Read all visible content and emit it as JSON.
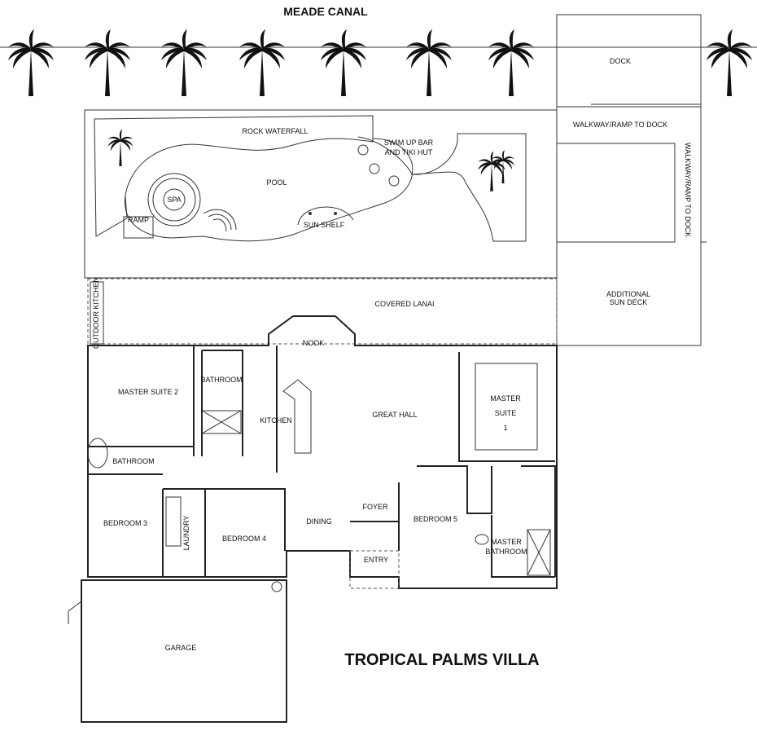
{
  "title": "TROPICAL PALMS VILLA",
  "canal": "MEADE CANAL",
  "labels": {
    "dock": "DOCK",
    "walkway_ramp_dock_h": "WALKWAY/RAMP TO DOCK",
    "walkway_ramp_dock_v": "WALKWAY/RAMP TO DOCK",
    "additional_sun_deck_1": "ADDITIONAL",
    "additional_sun_deck_2": "SUN DECK",
    "rock_waterfall": "ROCK WATERFALL",
    "swim_up_bar_1": "SWIM UP BAR",
    "swim_up_bar_2": "AND TIKI HUT",
    "pool": "POOL",
    "spa": "SPA",
    "ramp": "RAMP",
    "sun_shelf": "SUN SHELF",
    "covered_lanai": "COVERED LANAI",
    "outdoor_kitchen": "OUTDOOR KITCHEN",
    "nook": "NOOK",
    "master_suite_2": "MASTER SUITE 2",
    "bathroom_upper": "BATHROOM",
    "kitchen": "KITCHEN",
    "great_hall": "GREAT HALL",
    "master_suite_1_a": "MASTER",
    "master_suite_1_b": "SUITE",
    "master_suite_1_c": "1",
    "bathroom_left": "BATHROOM",
    "bedroom_3": "BEDROOM 3",
    "laundry": "LAUNDRY",
    "bedroom_4": "BEDROOM 4",
    "dining": "DINING",
    "foyer": "FOYER",
    "bedroom_5": "BEDROOM 5",
    "master_bathroom_1": "MASTER",
    "master_bathroom_2": "BATHROOM",
    "entry": "ENTRY",
    "garage": "GARAGE"
  }
}
